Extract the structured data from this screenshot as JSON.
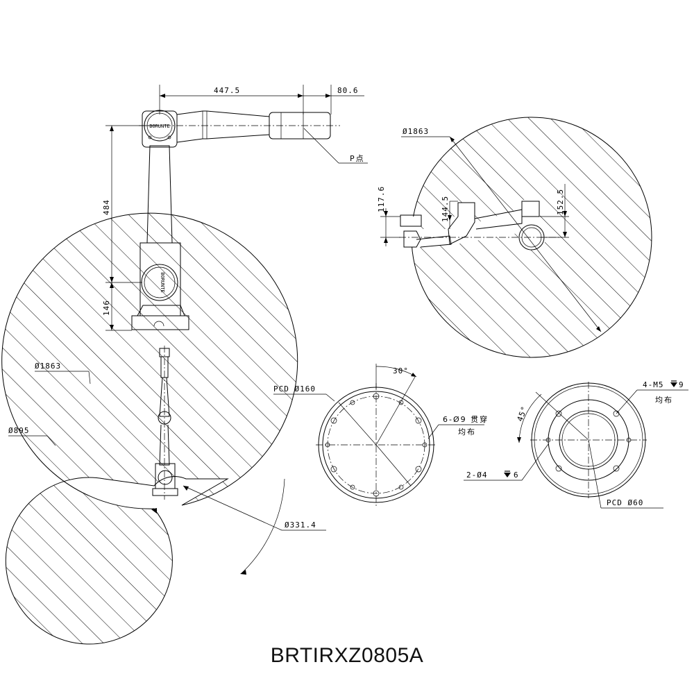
{
  "model": "BRTIRXZ0805A",
  "side_view": {
    "dim_arm": "447.5",
    "dim_tool": "80.6",
    "dim_column": "484",
    "dim_base": "146",
    "p_point": "P点",
    "brand": "BORUNTE"
  },
  "top_view": {
    "diameter": "Ø1863",
    "dim_a": "117.6",
    "dim_b": "144.5",
    "dim_c": "152.5"
  },
  "workspace_view": {
    "outer_dia": "Ø1863",
    "inner_dia": "Ø895",
    "base_dia": "Ø331.4"
  },
  "flange_large": {
    "pcd": "PCD Ø160",
    "angle": "30°",
    "holes": "6-Ø9 贯穿",
    "spacing": "均布"
  },
  "flange_small": {
    "thread": "4-M5",
    "thread_depth": "9",
    "spacing": "均布",
    "angle": "45°",
    "pin": "2-Ø4",
    "pin_depth": "6",
    "pcd": "PCD  Ø60"
  },
  "icons": [
    "depth-symbol-icon",
    "robot-arm-side-icon",
    "robot-arm-top-icon",
    "hatch-pattern"
  ]
}
